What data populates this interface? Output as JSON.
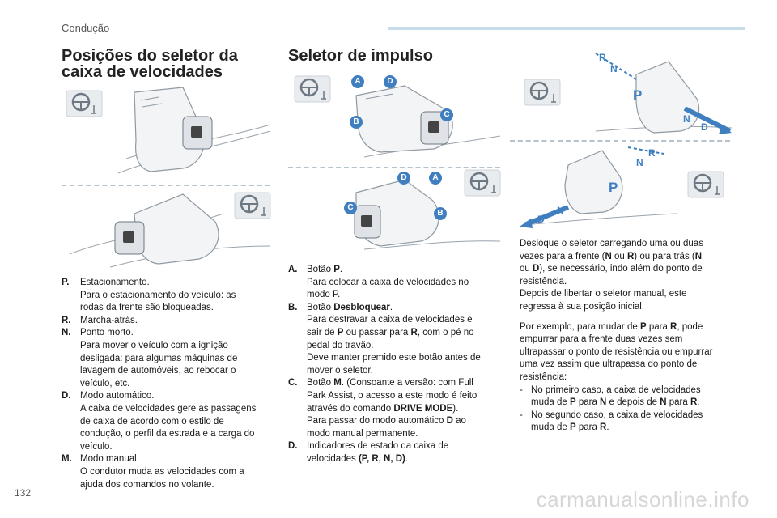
{
  "header": {
    "section": "Condução",
    "page_number": "132",
    "watermark": "carmanualsonline.info"
  },
  "left": {
    "title_line1": "Posições do seletor da",
    "title_line2": "caixa de velocidades",
    "items": [
      {
        "key": "P.",
        "lines": [
          "Estacionamento.",
          "Para o estacionamento do veículo: as",
          "rodas da frente são bloqueadas."
        ]
      },
      {
        "key": "R.",
        "lines": [
          "Marcha-atrás."
        ]
      },
      {
        "key": "N.",
        "lines": [
          "Ponto morto.",
          "Para mover o veículo com a ignição",
          "desligada: para algumas máquinas de",
          "lavagem de automóveis, ao rebocar o",
          "veículo, etc."
        ]
      },
      {
        "key": "D.",
        "lines": [
          "Modo automático.",
          "A caixa de velocidades gere as passagens",
          "de caixa de acordo com o estilo de",
          "condução, o perfil da estrada e a carga do",
          "veículo."
        ]
      },
      {
        "key": "M.",
        "lines": [
          "Modo manual.",
          "O condutor muda as velocidades com a",
          "ajuda dos comandos no volante."
        ]
      }
    ]
  },
  "middle": {
    "title": "Seletor de impulso",
    "callouts_top": {
      "a": "A",
      "d": "D",
      "c": "C",
      "b": "B"
    },
    "callouts_bottom": {
      "d": "D",
      "a": "A",
      "c": "C",
      "b": "B"
    },
    "items": {
      "a": {
        "key": "A.",
        "l1_pre": "Botão ",
        "l1_bold": "P",
        "l1_post": ".",
        "l2": "Para colocar a caixa de velocidades no",
        "l3": "modo P."
      },
      "b": {
        "key": "B.",
        "l1_pre": "Botão ",
        "l1_bold": "Desbloquear",
        "l1_post": ".",
        "l2": "Para destravar a caixa de velocidades e",
        "l3_pre": "sair de ",
        "l3_b1": "P",
        "l3_mid": " ou passar para ",
        "l3_b2": "R",
        "l3_post": ", com o pé no",
        "l4": "pedal do travão.",
        "l5": "Deve manter premido este botão antes de",
        "l6": "mover o seletor."
      },
      "c": {
        "key": "C.",
        "l1_pre": "Botão ",
        "l1_bold": "M",
        "l1_post": ". (Consoante a versão: com Full",
        "l2": "Park Assist, o acesso a este modo é feito",
        "l3_pre": "através do comando ",
        "l3_bold": "DRIVE MODE",
        "l3_post": ").",
        "l4_pre": "Para passar do modo automático ",
        "l4_bold": "D",
        "l4_post": " ao",
        "l5": "modo manual permanente."
      },
      "d": {
        "key": "D.",
        "l1": "Indicadores de estado da caixa de",
        "l2_pre": "velocidades ",
        "l2_bold": "(P, R, N, D)",
        "l2_post": "."
      }
    }
  },
  "right": {
    "p1": {
      "l1": "Desloque o seletor carregando uma ou duas",
      "l2_pre": "vezes para a frente (",
      "l2_b1": "N",
      "l2_mid": " ou ",
      "l2_b2": "R",
      "l2_post": ") ou para trás (",
      "l2_b3": "N",
      "l3_pre": "ou ",
      "l3_b1": "D",
      "l3_post": "), se necessário, indo além do ponto de",
      "l4": "resistência.",
      "l5": "Depois de libertar o seletor manual, este",
      "l6": "regressa à sua posição inicial."
    },
    "p2": {
      "l1_pre": "Por exemplo, para mudar de ",
      "l1_b1": "P",
      "l1_mid": " para ",
      "l1_b2": "R",
      "l1_post": ", pode",
      "l2": "empurrar para a frente duas vezes sem",
      "l3": "ultrapassar o ponto de resistência ou empurrar",
      "l4": "uma vez assim que ultrapassa do ponto de",
      "l5": "resistência:",
      "li1_dash": "-",
      "li1_l1": "No primeiro caso, a caixa de velocidades",
      "li1_l2_pre": "muda de ",
      "li1_l2_b1": "P",
      "li1_l2_mid": " para ",
      "li1_l2_b2": "N",
      "li1_l2_mid2": " e depois de ",
      "li1_l2_b3": "N",
      "li1_l2_mid3": " para ",
      "li1_l2_b4": "R",
      "li1_l2_post": ".",
      "li2_dash": "-",
      "li2_l1": "No segundo caso, a caixa de velocidades",
      "li2_l2_pre": "muda de ",
      "li2_l2_b1": "P",
      "li2_l2_mid": " para ",
      "li2_l2_b2": "R",
      "li2_l2_post": "."
    },
    "arrow_labels_top": {
      "r": "R",
      "n": "N",
      "p": "P",
      "n2": "N",
      "d": "D"
    },
    "arrow_labels_bottom": {
      "r": "R",
      "n": "N",
      "p": "P",
      "n2": "N",
      "d": "D"
    }
  },
  "colors": {
    "accent_blue": "#4b86c4",
    "callout_blue": "#3f7fc0",
    "line_gray": "#b7c3cc"
  }
}
